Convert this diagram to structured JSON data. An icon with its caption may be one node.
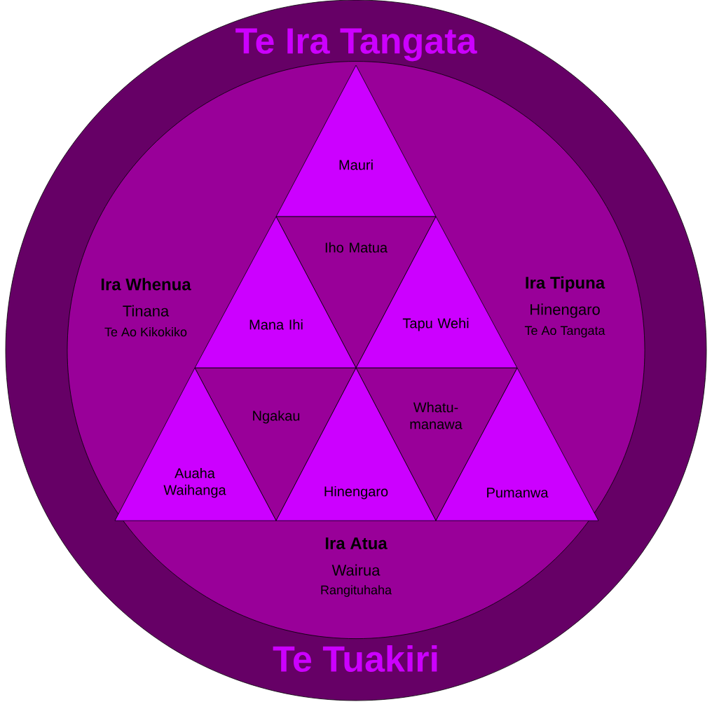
{
  "diagram": {
    "nodes": [
      {
        "text": [
          "Te Ira Tangata",
          "Te Tuakiri"
        ]
      },
      {
        "text": [
          "Ira Whenua",
          "Tinana",
          "Te Ao Kikokiko",
          "Ira Tipuna",
          "Hinengaro",
          "Te Ao Tangata",
          "Ira Atua",
          "Wairua",
          "Rangituhaha"
        ],
        "in": 0
      },
      {
        "text": [
          "Mauri"
        ],
        "in": 1
      },
      {
        "text": [
          "Iho Matua"
        ],
        "in": 1
      },
      {
        "text": [
          "Mana Ihi"
        ],
        "in": 1
      },
      {
        "text": [
          "Tapu Wehi"
        ],
        "in": 1
      },
      {
        "text": [
          "Ngakau"
        ],
        "in": 1
      },
      {
        "text": [
          "Whatu-manawa"
        ],
        "in": 1
      },
      {
        "text": [
          "Auaha Waihanga"
        ],
        "in": 1
      },
      {
        "text": [
          "Hinengaro"
        ],
        "in": 1
      },
      {
        "text": [
          "Pumanwa"
        ],
        "in": 1
      }
    ]
  }
}
